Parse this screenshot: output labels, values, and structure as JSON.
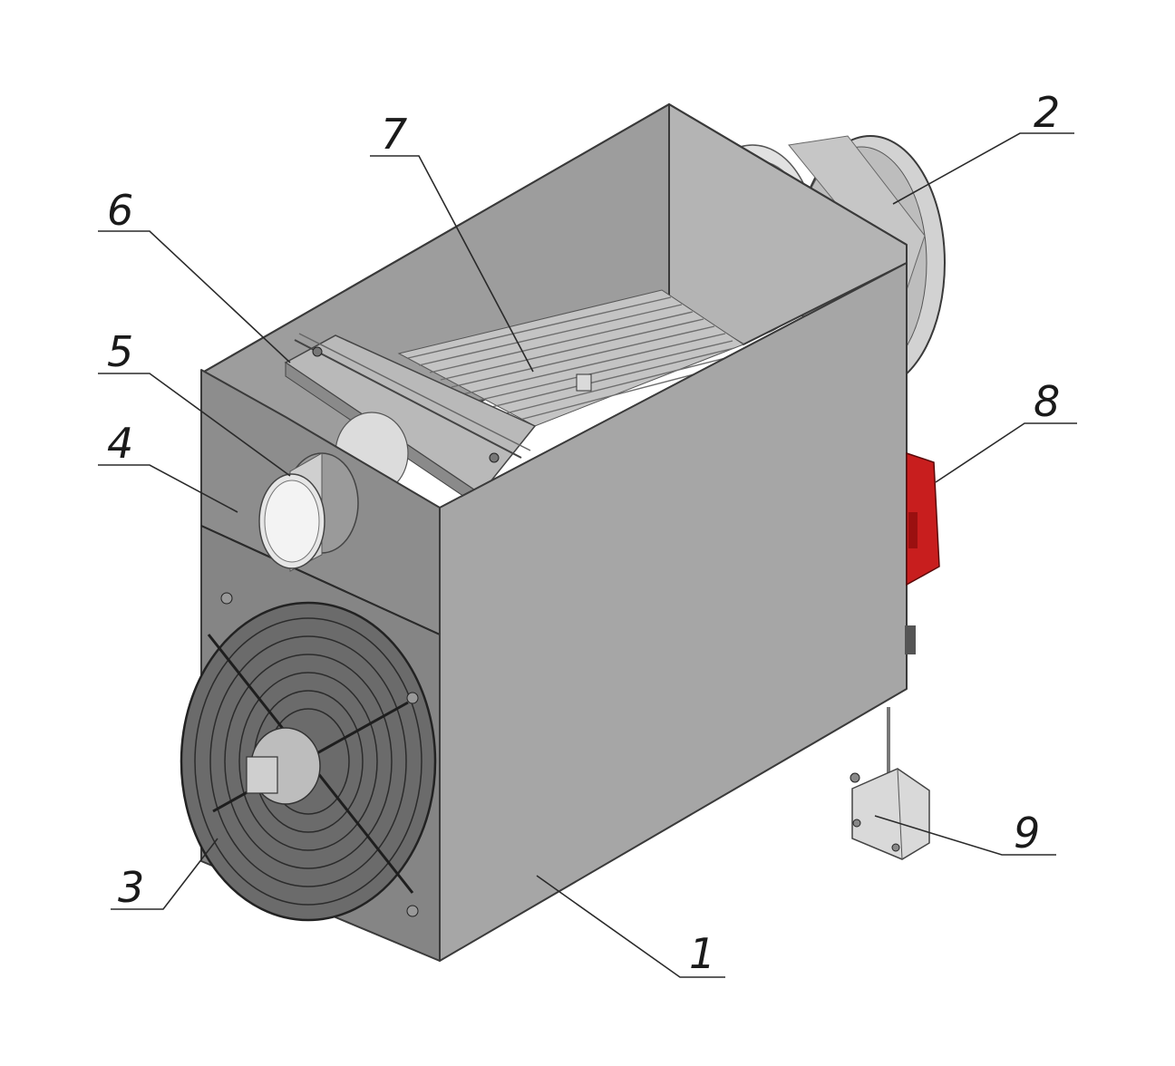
{
  "diagram": {
    "callouts": [
      {
        "id": "1",
        "label": "1"
      },
      {
        "id": "2",
        "label": "2"
      },
      {
        "id": "3",
        "label": "3"
      },
      {
        "id": "4",
        "label": "4"
      },
      {
        "id": "5",
        "label": "5"
      },
      {
        "id": "6",
        "label": "6"
      },
      {
        "id": "7",
        "label": "7"
      },
      {
        "id": "8",
        "label": "8"
      },
      {
        "id": "9",
        "label": "9"
      }
    ],
    "colors": {
      "housing_front": "#8c8c8c",
      "housing_side": "#a9a9a9",
      "housing_inner": "#9b9b9b",
      "duct": "#c8c8c8",
      "burner": "#c81e1e",
      "box": "#d9d9d9",
      "fan_wire": "#2b2b2b"
    }
  }
}
